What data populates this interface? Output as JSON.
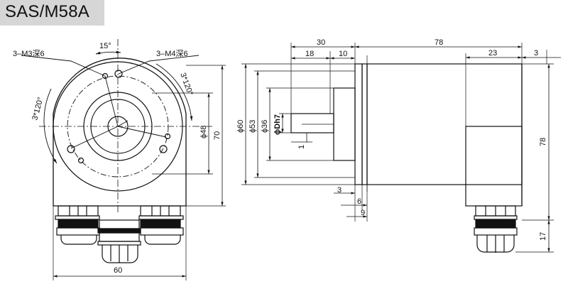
{
  "title": "SAS/M58A",
  "front_view": {
    "angle_15": "15°",
    "m3_holes": "3–M3深6",
    "m4_holes": "3–M4深6",
    "angle_left": "3*120°",
    "angle_right": "3*120°",
    "dia_48": "ϕ48",
    "height_70": "70",
    "width_60": "60"
  },
  "side_view": {
    "dim_30": "30",
    "dim_18": "18",
    "dim_10": "10",
    "dim_78_top": "78",
    "dim_23": "23",
    "dim_3_top": "3",
    "dia_60": "ϕ60",
    "dia_53": "ϕ53",
    "dia_36": "ϕ36",
    "dia_dh7": "ϕDh7",
    "dim_1": "1",
    "dim_3_bottom": "3",
    "dim_6": "6",
    "dim_9": "9",
    "dim_78_right": "78",
    "dim_17": "17"
  }
}
